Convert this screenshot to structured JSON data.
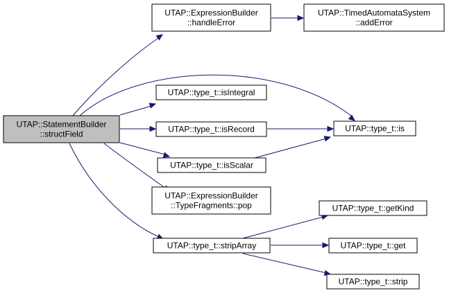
{
  "diagram": {
    "type": "call-graph",
    "colors": {
      "root_fill": "#bfbfbf",
      "node_fill": "#ffffff",
      "edge": "#191970"
    },
    "nodes": {
      "statementbuilder_structfield": {
        "lines": [
          "UTAP::StatementBuilder",
          "::structField"
        ],
        "root": true
      },
      "expressionbuilder_handleerror": {
        "lines": [
          "UTAP::ExpressionBuilder",
          "::handleError"
        ]
      },
      "timedautomatasystem_adderror": {
        "lines": [
          "UTAP::TimedAutomataSystem",
          "::addError"
        ]
      },
      "type_t_isintegral": {
        "lines": [
          "UTAP::type_t::isIntegral"
        ]
      },
      "type_t_isrecord": {
        "lines": [
          "UTAP::type_t::isRecord"
        ]
      },
      "type_t_isscalar": {
        "lines": [
          "UTAP::type_t::isScalar"
        ]
      },
      "type_t_is": {
        "lines": [
          "UTAP::type_t::is"
        ]
      },
      "typefragments_pop": {
        "lines": [
          "UTAP::ExpressionBuilder",
          "::TypeFragments::pop"
        ]
      },
      "type_t_striparray": {
        "lines": [
          "UTAP::type_t::stripArray"
        ]
      },
      "type_t_getkind": {
        "lines": [
          "UTAP::type_t::getKind"
        ]
      },
      "type_t_get": {
        "lines": [
          "UTAP::type_t::get"
        ]
      },
      "type_t_strip": {
        "lines": [
          "UTAP::type_t::strip"
        ]
      }
    },
    "edges": [
      {
        "from": "statementbuilder_structfield",
        "to": "expressionbuilder_handleerror"
      },
      {
        "from": "expressionbuilder_handleerror",
        "to": "timedautomatasystem_adderror"
      },
      {
        "from": "statementbuilder_structfield",
        "to": "type_t_is"
      },
      {
        "from": "statementbuilder_structfield",
        "to": "type_t_isintegral"
      },
      {
        "from": "statementbuilder_structfield",
        "to": "type_t_isrecord"
      },
      {
        "from": "type_t_isrecord",
        "to": "type_t_is"
      },
      {
        "from": "statementbuilder_structfield",
        "to": "type_t_isscalar"
      },
      {
        "from": "type_t_isscalar",
        "to": "type_t_is"
      },
      {
        "from": "statementbuilder_structfield",
        "to": "typefragments_pop"
      },
      {
        "from": "statementbuilder_structfield",
        "to": "type_t_striparray"
      },
      {
        "from": "type_t_striparray",
        "to": "type_t_getkind"
      },
      {
        "from": "type_t_striparray",
        "to": "type_t_get"
      },
      {
        "from": "type_t_striparray",
        "to": "type_t_strip"
      }
    ]
  }
}
